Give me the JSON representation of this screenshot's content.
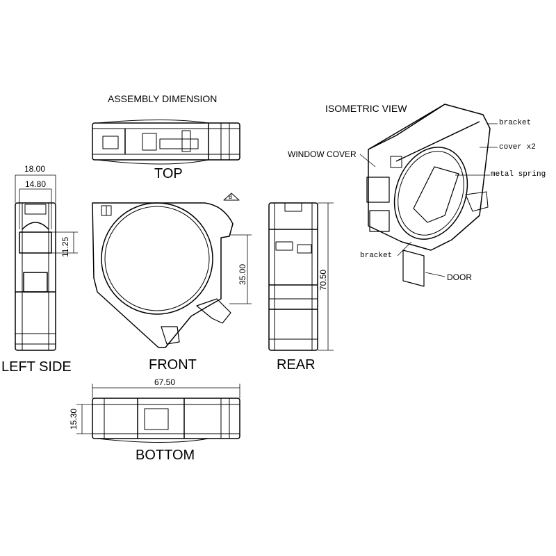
{
  "title": "ASSEMBLY DIMENSION",
  "views": {
    "top": "TOP",
    "left_side": "LEFT SIDE",
    "front": "FRONT",
    "rear": "REAR",
    "bottom": "BOTTOM",
    "isometric": "ISOMETRIC VIEW"
  },
  "dimensions": {
    "width_overall": "18.00",
    "width_inner": "14.80",
    "window_height": "11.25",
    "diameter": "35.00",
    "height_overall": "70.50",
    "length_overall": "67.50",
    "bottom_width": "15.30"
  },
  "callouts": {
    "bracket_top": "bracket",
    "cover": "cover x2",
    "window_cover": "WINDOW COVER",
    "metal_spring": "metal spring",
    "bracket_bottom": "bracket",
    "door": "DOOR"
  },
  "marker": "B"
}
